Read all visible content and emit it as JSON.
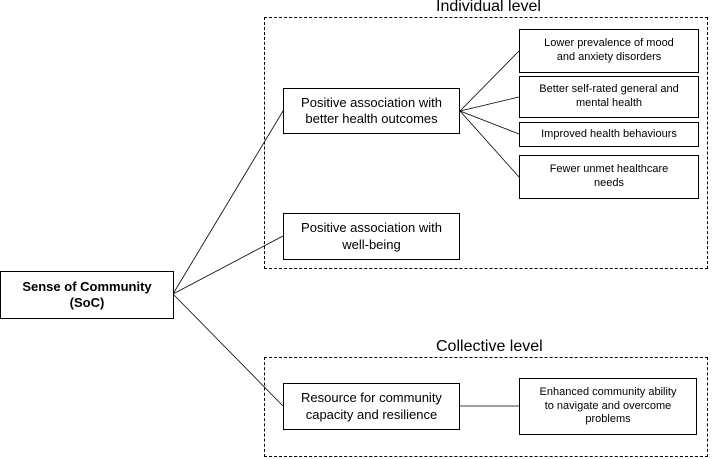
{
  "groups": {
    "individual": {
      "title": "Individual level"
    },
    "collective": {
      "title": "Collective level"
    }
  },
  "root": {
    "label": "Sense of Community\n(SoC)"
  },
  "individual": {
    "health": {
      "label": "Positive association with\nbetter health outcomes",
      "children": [
        "Lower prevalence of mood\nand anxiety disorders",
        "Better self-rated general and\nmental health",
        "Improved health behaviours",
        "Fewer unmet healthcare\nneeds"
      ]
    },
    "wellbeing": {
      "label": "Positive association with\nwell-being"
    }
  },
  "collective": {
    "resource": {
      "label": "Resource for community\ncapacity and resilience"
    },
    "ability": {
      "label": "Enhanced community ability\nto navigate and overcome\nproblems"
    }
  }
}
